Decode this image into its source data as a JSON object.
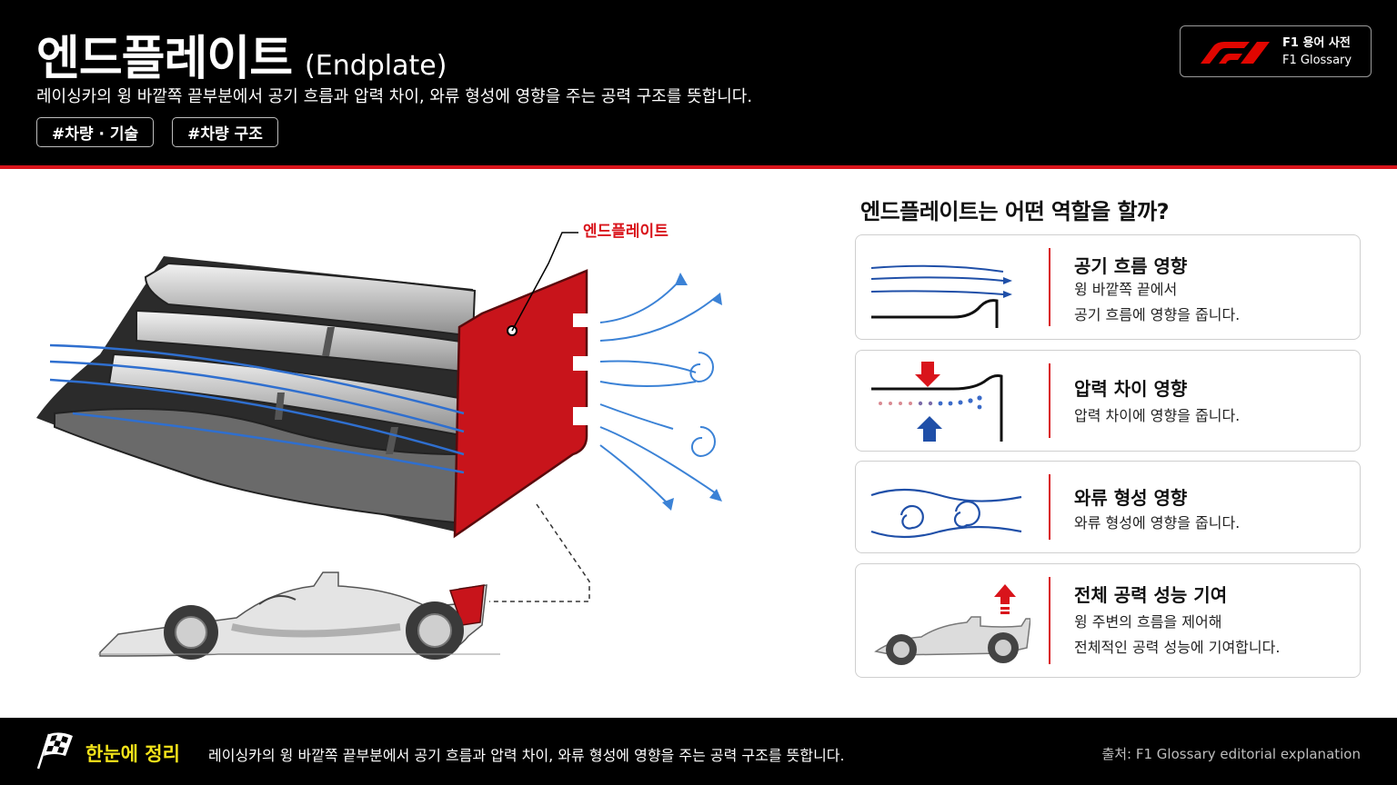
{
  "header": {
    "title_ko": "엔드플레이트",
    "title_en": "(Endplate)",
    "subtitle": "레이싱카의 윙 바깥쪽 끝부분에서 공기 흐름과 압력 차이, 와류 형성에 영향을 주는 공력 구조를 뜻합니다.",
    "tags": [
      "#차량 · 기술",
      "#차량 구조"
    ],
    "badge": {
      "ko": "F1 용어 사전",
      "en": "F1 Glossary"
    }
  },
  "diagram": {
    "endplate_label": "엔드플레이트"
  },
  "panel": {
    "title": "엔드플레이트는 어떤 역할을 할까?",
    "cards": [
      {
        "title": "공기 흐름 영향",
        "desc_line1": "윙 바깥쪽 끝에서",
        "desc_line2": "공기 흐름에 영향을 줍니다.",
        "icon": "airflow-icon"
      },
      {
        "title": "압력 차이 영향",
        "desc_line1": "압력 차이에 영향을 줍니다.",
        "desc_line2": "",
        "icon": "pressure-icon"
      },
      {
        "title": "와류 형성 영향",
        "desc_line1": "와류 형성에 영향을 줍니다.",
        "desc_line2": "",
        "icon": "vortex-icon"
      },
      {
        "title": "전체 공력 성능 기여",
        "desc_line1": "윙 주변의 흐름을 제어해",
        "desc_line2": "전체적인 공력 성능에 기여합니다.",
        "icon": "car-performance-icon"
      }
    ]
  },
  "footer": {
    "label": "한눈에 정리",
    "summary": "레이싱카의 윙 바깥쪽 끝부분에서 공기 흐름과 압력 차이, 와류 형성에 영향을 주는 공력 구조를 뜻합니다.",
    "source": "출처: F1 Glossary editorial explanation"
  },
  "colors": {
    "accent": "#d9141b",
    "flow": "#2f6fcf",
    "dark": "#000000"
  }
}
